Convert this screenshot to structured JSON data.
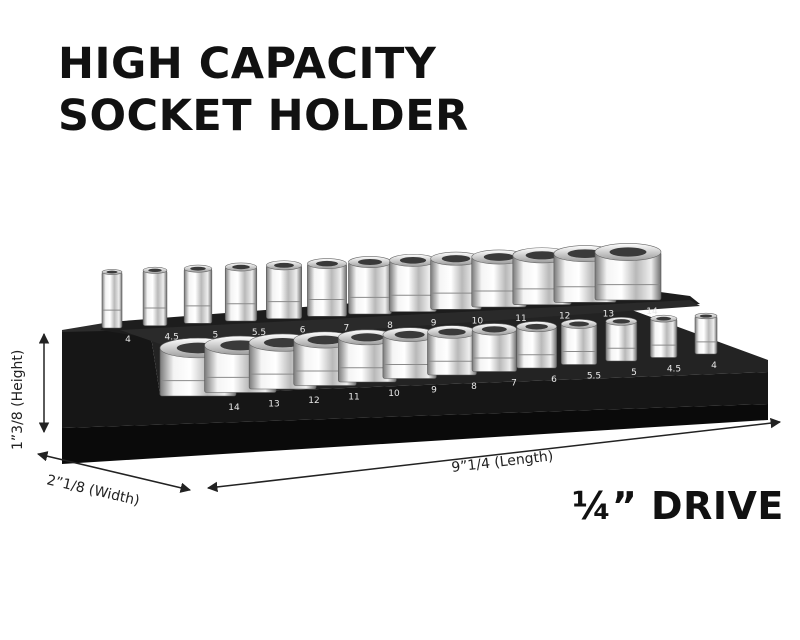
{
  "headline": {
    "line1": "HIGH CAPACITY",
    "line2": "SOCKET HOLDER"
  },
  "drive_label": "¼” DRIVE",
  "dimensions": {
    "height": "1”3/8 (Height)",
    "width": "2”1/8 (Width)",
    "length": "9”1/4 (Length)"
  },
  "back_row_sizes": [
    "4",
    "4.5",
    "5",
    "5.5",
    "6",
    "7",
    "8",
    "9",
    "10",
    "11",
    "12",
    "13",
    "14"
  ],
  "front_row_sizes": [
    "14",
    "13",
    "12",
    "11",
    "10",
    "9",
    "8",
    "7",
    "6",
    "5.5",
    "5",
    "4.5",
    "4"
  ],
  "colors": {
    "holder": "#111111",
    "holder_edge": "#2c2c2c",
    "chrome": "#d9d9d9",
    "text": "#111111"
  }
}
